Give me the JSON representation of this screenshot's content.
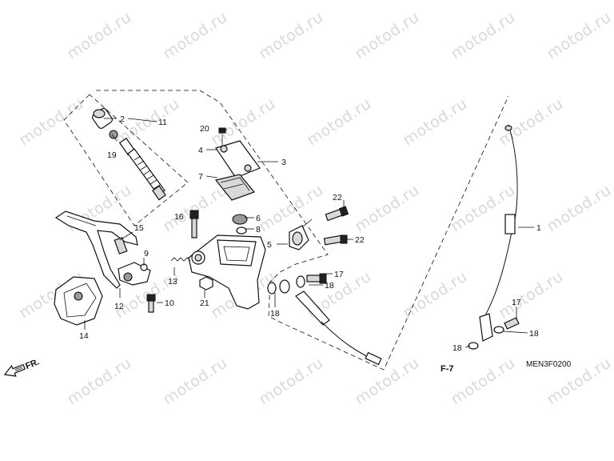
{
  "watermark": "motod.ru",
  "diagram_code": "MEN3F0200",
  "reference": "F-7",
  "front_arrow": "FR.",
  "callouts": {
    "c1": "1",
    "c2": "2",
    "c3": "3",
    "c4": "4",
    "c5": "5",
    "c6": "6",
    "c7": "7",
    "c8": "8",
    "c9": "9",
    "c10": "10",
    "c11": "11",
    "c12": "12",
    "c13": "13",
    "c14": "14",
    "c15": "15",
    "c16": "16",
    "c17a": "17",
    "c17b": "17",
    "c18a": "18",
    "c18b": "18",
    "c18c": "18",
    "c18d": "18",
    "c19": "19",
    "c20": "20",
    "c21": "21",
    "c22a": "22",
    "c22b": "22"
  }
}
